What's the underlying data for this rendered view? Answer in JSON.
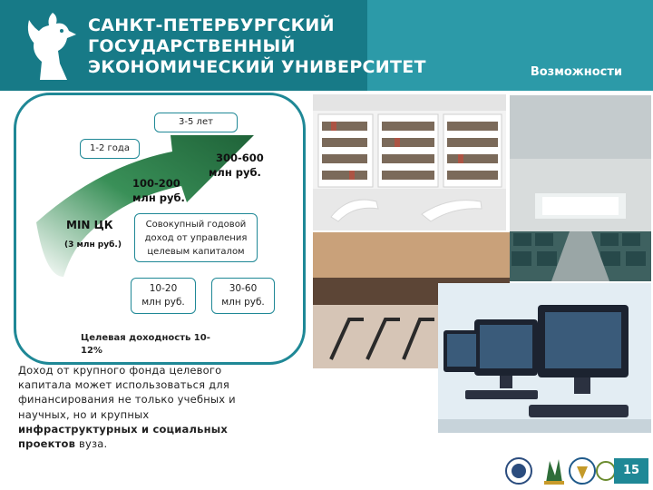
{
  "header": {
    "university_lines": [
      "САНКТ-ПЕТЕРБУРГСКИЙ",
      "ГОСУДАРСТВЕННЫЙ",
      "ЭКОНОМИЧЕСКИЙ УНИВЕРСИТЕТ"
    ],
    "section_label": "Возможности"
  },
  "diagram": {
    "period_long": "3-5 лет",
    "period_short": "1-2 года",
    "range_mid": [
      "100-200",
      "млн руб."
    ],
    "range_high": [
      "300-600",
      "млн руб."
    ],
    "min_label": "MIN ЦК",
    "min_sub": "(3 млн руб.)",
    "income_box": [
      "Совокупный годовой",
      "доход от управления",
      "целевым капиталом"
    ],
    "income_low": [
      "10-20",
      "млн руб."
    ],
    "income_high": [
      "30-60",
      "млн руб."
    ],
    "target_yield": [
      "Целевая доходность 10-",
      "12%"
    ]
  },
  "body": {
    "lines": [
      "Доход от крупного фонда целевого",
      "капитала может использоваться для",
      "финансирования не только учебных и",
      "научных, но и крупных"
    ],
    "bold_part": [
      "инфраструктурных и социальных",
      "проектов"
    ],
    "tail": " вуза."
  },
  "footer": {
    "page_number": "15"
  },
  "colors": {
    "brand_teal": "#1f8896",
    "arrow_green": "#1b6a3a"
  },
  "icons": [
    "griffin-logo",
    "university-seal-logos"
  ]
}
